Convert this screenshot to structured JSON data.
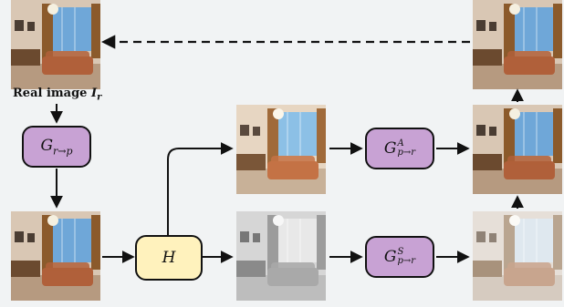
{
  "caption": {
    "text": "Real image",
    "symbol": "I",
    "subscript": "r"
  },
  "boxes": {
    "g_rp": {
      "base": "G",
      "sub": "r→p"
    },
    "h": {
      "base": "H"
    },
    "g_a": {
      "base": "G",
      "sup": "A",
      "sub": "p→r"
    },
    "g_s": {
      "base": "G",
      "sup": "S",
      "sub": "p→r"
    }
  },
  "colors": {
    "generator_fill": "#c8a2d4",
    "h_fill": "#fff2bd",
    "stroke": "#111111"
  },
  "images": {
    "real": "color-room-photo",
    "perceived": "color-room-photo",
    "albedo": "warm-room-photo",
    "shading": "grayscale-room-photo",
    "recon_top": "color-room-photo",
    "recon_albedo": "color-room-photo",
    "recon_shading": "faded-room-photo"
  }
}
